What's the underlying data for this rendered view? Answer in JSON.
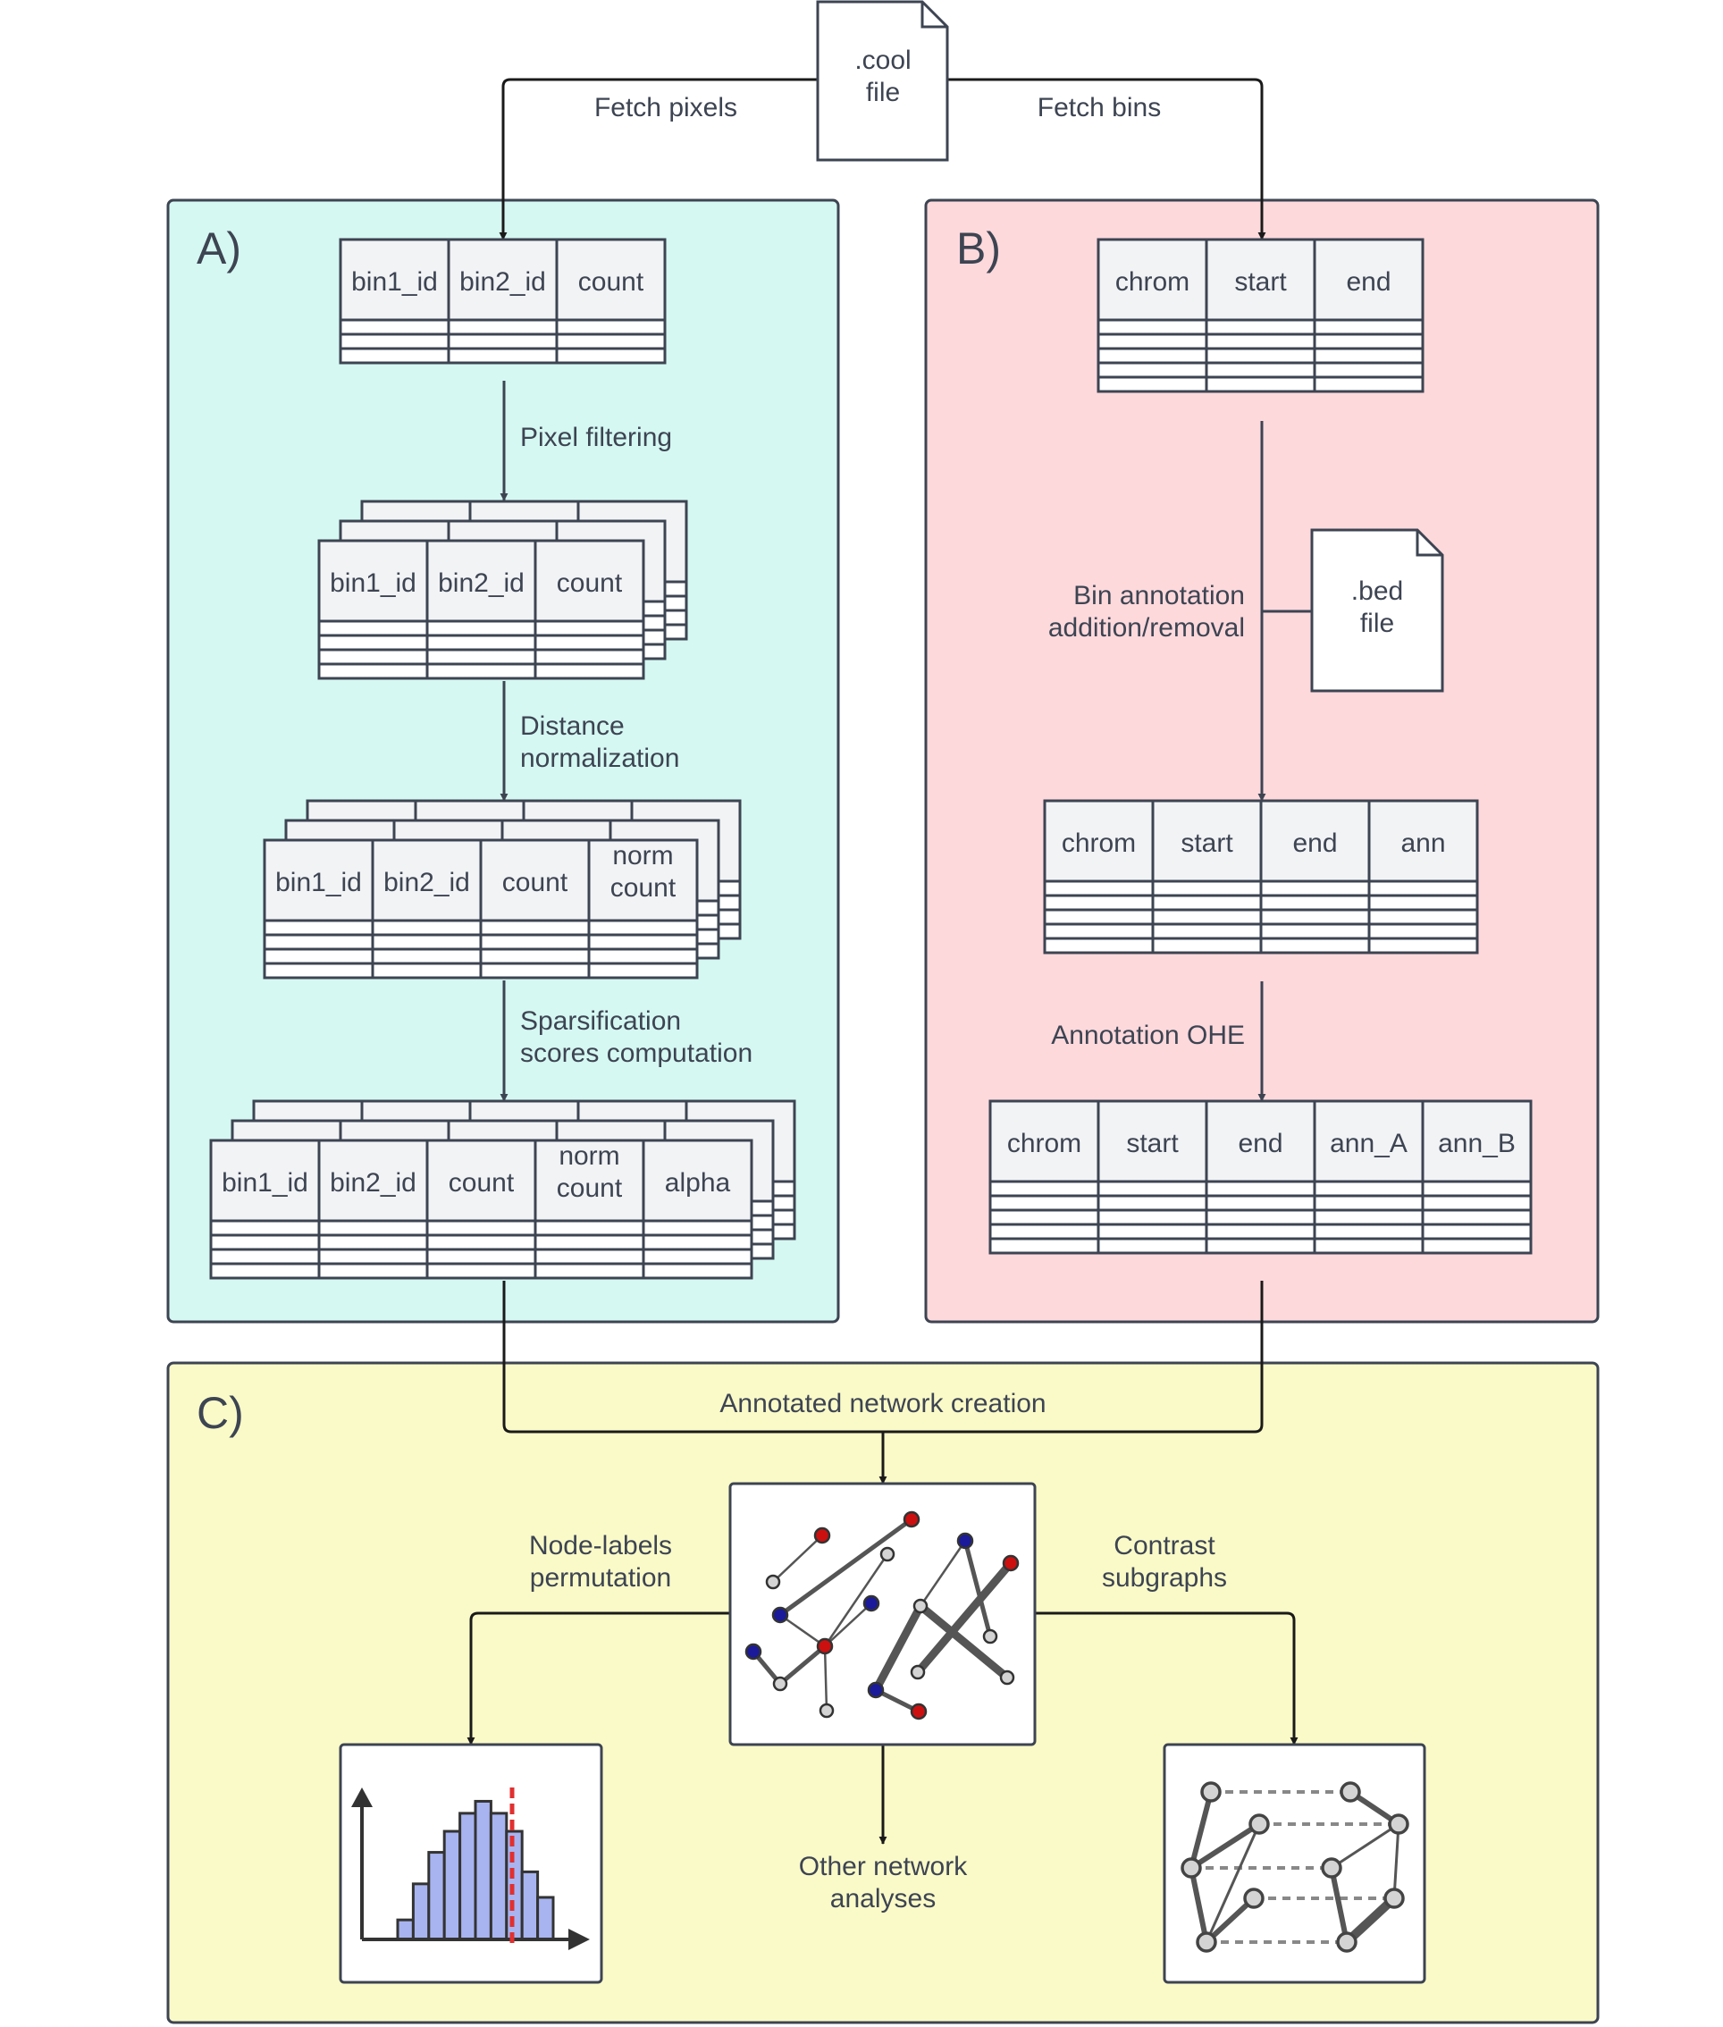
{
  "source_file": {
    "line1": ".cool",
    "line2": "file"
  },
  "edge_labels": {
    "fetch_pixels": "Fetch pixels",
    "fetch_bins": "Fetch bins",
    "pixel_filtering": "Pixel filtering",
    "distance_norm": [
      "Distance",
      "normalization"
    ],
    "sparsification": [
      "Sparsification",
      "scores computation"
    ],
    "bin_annotation": [
      "Bin annotation",
      "addition/removal"
    ],
    "annotation_ohe": "Annotation OHE",
    "network_creation": "Annotated network creation",
    "node_perm": [
      "Node-labels",
      "permutation"
    ],
    "contrast": [
      "Contrast",
      "subgraphs"
    ],
    "other": [
      "Other network",
      "analyses"
    ]
  },
  "bed_file": {
    "line1": ".bed",
    "line2": "file"
  },
  "panels": {
    "a": {
      "label": "A)"
    },
    "b": {
      "label": "B)"
    },
    "c": {
      "label": "C)"
    }
  },
  "tables": {
    "pixels": [
      [
        "bin1_id"
      ],
      [
        "bin2_id"
      ],
      [
        "count"
      ]
    ],
    "pixels_filtered": [
      [
        "bin1_id"
      ],
      [
        "bin2_id"
      ],
      [
        "count"
      ]
    ],
    "pixels_norm": [
      [
        "bin1_id"
      ],
      [
        "bin2_id"
      ],
      [
        "count"
      ],
      [
        "norm",
        "count"
      ]
    ],
    "pixels_alpha": [
      [
        "bin1_id"
      ],
      [
        "bin2_id"
      ],
      [
        "count"
      ],
      [
        "norm",
        "count"
      ],
      [
        "alpha"
      ]
    ],
    "bins": [
      [
        "chrom"
      ],
      [
        "start"
      ],
      [
        "end"
      ]
    ],
    "bins_ann": [
      [
        "chrom"
      ],
      [
        "start"
      ],
      [
        "end"
      ],
      [
        "ann"
      ]
    ],
    "bins_ohe": [
      [
        "chrom"
      ],
      [
        "start"
      ],
      [
        "end"
      ],
      [
        "ann_A"
      ],
      [
        "ann_B"
      ]
    ]
  },
  "colors": {
    "panel_a": "#d5f8f2",
    "panel_b": "#fdd9dc",
    "panel_c": "#fafac8",
    "stroke": "#3d4452",
    "header_fill": "#f2f3f5",
    "node_red": "#cc1010",
    "node_blue": "#1a1a9a",
    "node_grey": "#d4d4d4",
    "histogram_fill": "#a8b4f0",
    "threshold": "#e03030"
  }
}
